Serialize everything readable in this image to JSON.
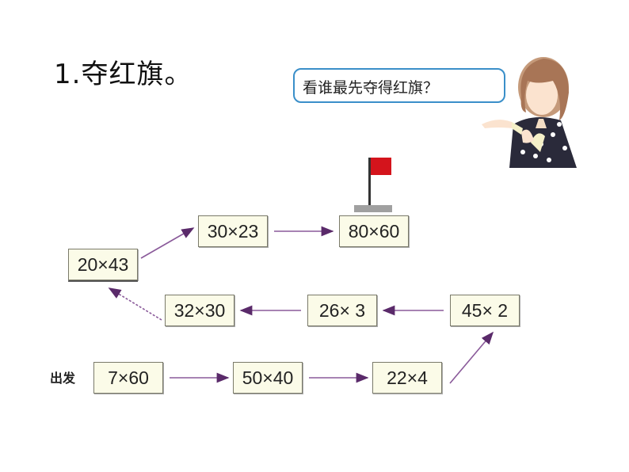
{
  "title": "1.夺红旗。",
  "bubble": "看谁最先夺得红旗？",
  "start_label": "出发",
  "boxes": [
    {
      "id": "b1",
      "text": "7×60"
    },
    {
      "id": "b2",
      "text": "50×40"
    },
    {
      "id": "b3",
      "text": "22×4"
    },
    {
      "id": "b4",
      "text": "45× 2"
    },
    {
      "id": "b5",
      "text": "26× 3"
    },
    {
      "id": "b6",
      "text": "32×30"
    },
    {
      "id": "b7",
      "text": "20×43"
    },
    {
      "id": "b8",
      "text": "30×23"
    },
    {
      "id": "b9",
      "text": "80×60"
    }
  ],
  "colors": {
    "arrow": "#6a3a7a",
    "flag": "#d4141c",
    "bubble_border": "#3a8fc9"
  }
}
